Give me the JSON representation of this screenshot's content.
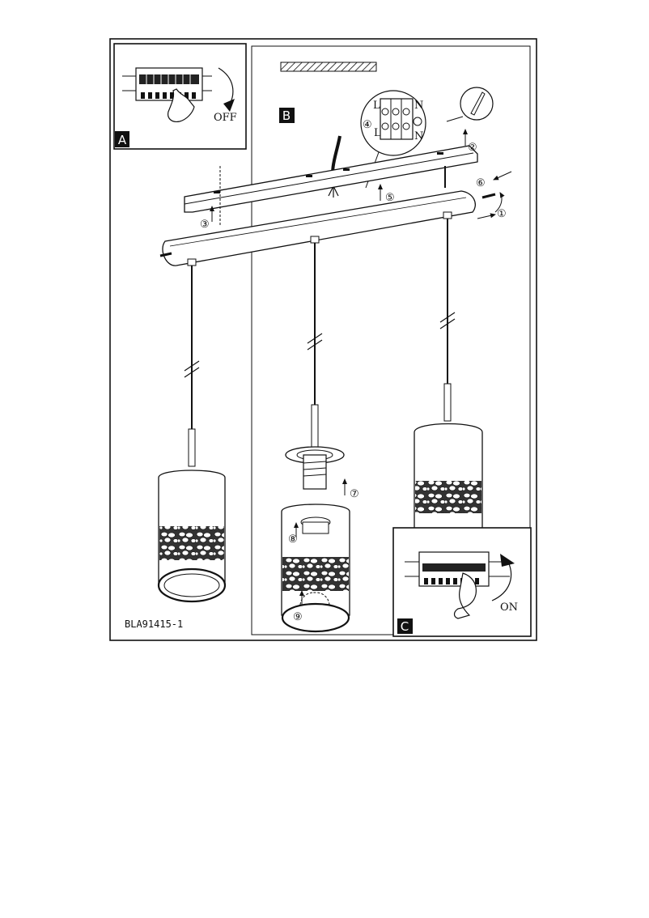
{
  "panels": {
    "a": {
      "label": "A",
      "action": "OFF"
    },
    "b": {
      "label": "B"
    },
    "c": {
      "label": "C",
      "action": "ON"
    }
  },
  "terminal": {
    "l_top": "L",
    "n_top": "N",
    "l_bottom": "L",
    "n_bottom": "N"
  },
  "steps": [
    "①",
    "②",
    "③",
    "④",
    "⑤",
    "⑥",
    "⑦",
    "⑧",
    "⑨"
  ],
  "sheet_code": "BLA91415-1",
  "colors": {
    "line": "#111111",
    "paper": "#ffffff",
    "label_bg": "#111111"
  },
  "icons": [
    "breaker-icon",
    "hand-icon",
    "arrow-icon",
    "terminal-block-icon",
    "screw-icon",
    "earth-icon",
    "bulb-icon"
  ]
}
